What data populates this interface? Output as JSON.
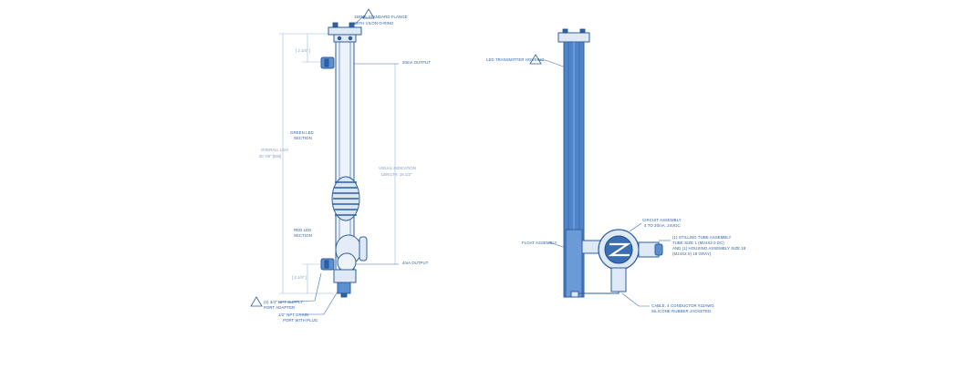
{
  "colors": {
    "line": "#2d5f9f",
    "fill_light": "#dfe9f6",
    "fill_mid": "#5b8fcf",
    "fill_dark": "#2e63a8",
    "dimension": "#9bb7db",
    "background": "#ffffff"
  },
  "left_view": {
    "flange_note": [
      "150MB STANDARD FLANGE",
      "WITH VILON O-RING"
    ],
    "dim_top": "[ 2 1/4\" ]",
    "output_top": "20mA OUTPUT",
    "green_section": [
      "GREEN LED",
      "SECTION"
    ],
    "overall": [
      "OVERALL LGH",
      "20 7/8\" [530]"
    ],
    "visual_indication": [
      "VISUAL INDICATION",
      "LENGTH: 16 1/2\""
    ],
    "red_section": [
      "RED LED",
      "SECTION"
    ],
    "output_bottom": "4mA OUTPUT",
    "dim_bottom": "[ 2 1/4\" ]",
    "supply_port": [
      "(2) 3/4\" NPT SUPPLY",
      "PORT ADAPTER"
    ],
    "drain_port": [
      "1/2\" NPT DRAIN",
      "PORT WITH PLUG"
    ]
  },
  "right_view": {
    "transmitter": "LED TRANSMITTER HOUSING",
    "float": "FLOAT ASSEMBLY",
    "circuit": [
      "CIRCUIT ASSEMBLY",
      "4 TO 20mA, 24VDC"
    ],
    "stilling": [
      "(1) STILLING TUBE ASSEMBLY",
      "TUBE SIZE 1 (M24X2.0 DC)",
      "AND (1) HOUSING ASSEMBLY SIZE 18",
      "(M24X2.0) 18 GRAY)"
    ],
    "cable": [
      "CABLE, 4 CONDUCTOR #22AWG",
      "SILICONE RUBBER JACKETED"
    ]
  },
  "icons": {
    "warning": "warning-triangle-icon",
    "led": "led-indicator-icon"
  }
}
